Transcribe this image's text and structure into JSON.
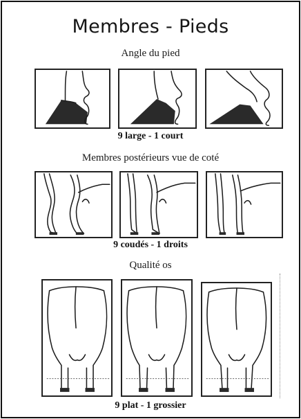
{
  "title": "Membres - Pieds",
  "sections": [
    {
      "heading": "Angle du pied",
      "caption": "9 large - 1 court",
      "figure_count": 3
    },
    {
      "heading": "Membres postérieurs vue de coté",
      "caption": "9 coudés - 1 droits",
      "figure_count": 3
    },
    {
      "heading": "Qualité os",
      "caption": "9 plat - 1 grossier",
      "figure_count": 3
    }
  ]
}
